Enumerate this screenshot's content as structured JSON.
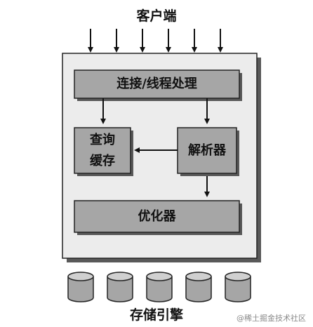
{
  "client_label": "客户端",
  "storage_label": "存储引擎",
  "connection_box": "连接/线程处理",
  "query_cache_line1": "查询",
  "query_cache_line2": "缓存",
  "parser_box": "解析器",
  "optimizer_box": "优化器",
  "watermark": "@稀土掘金技术社区",
  "colors": {
    "server_bg": "#ececec",
    "box_fill": "#a6a6a6",
    "shadow": "#595959",
    "border": "#222222"
  }
}
